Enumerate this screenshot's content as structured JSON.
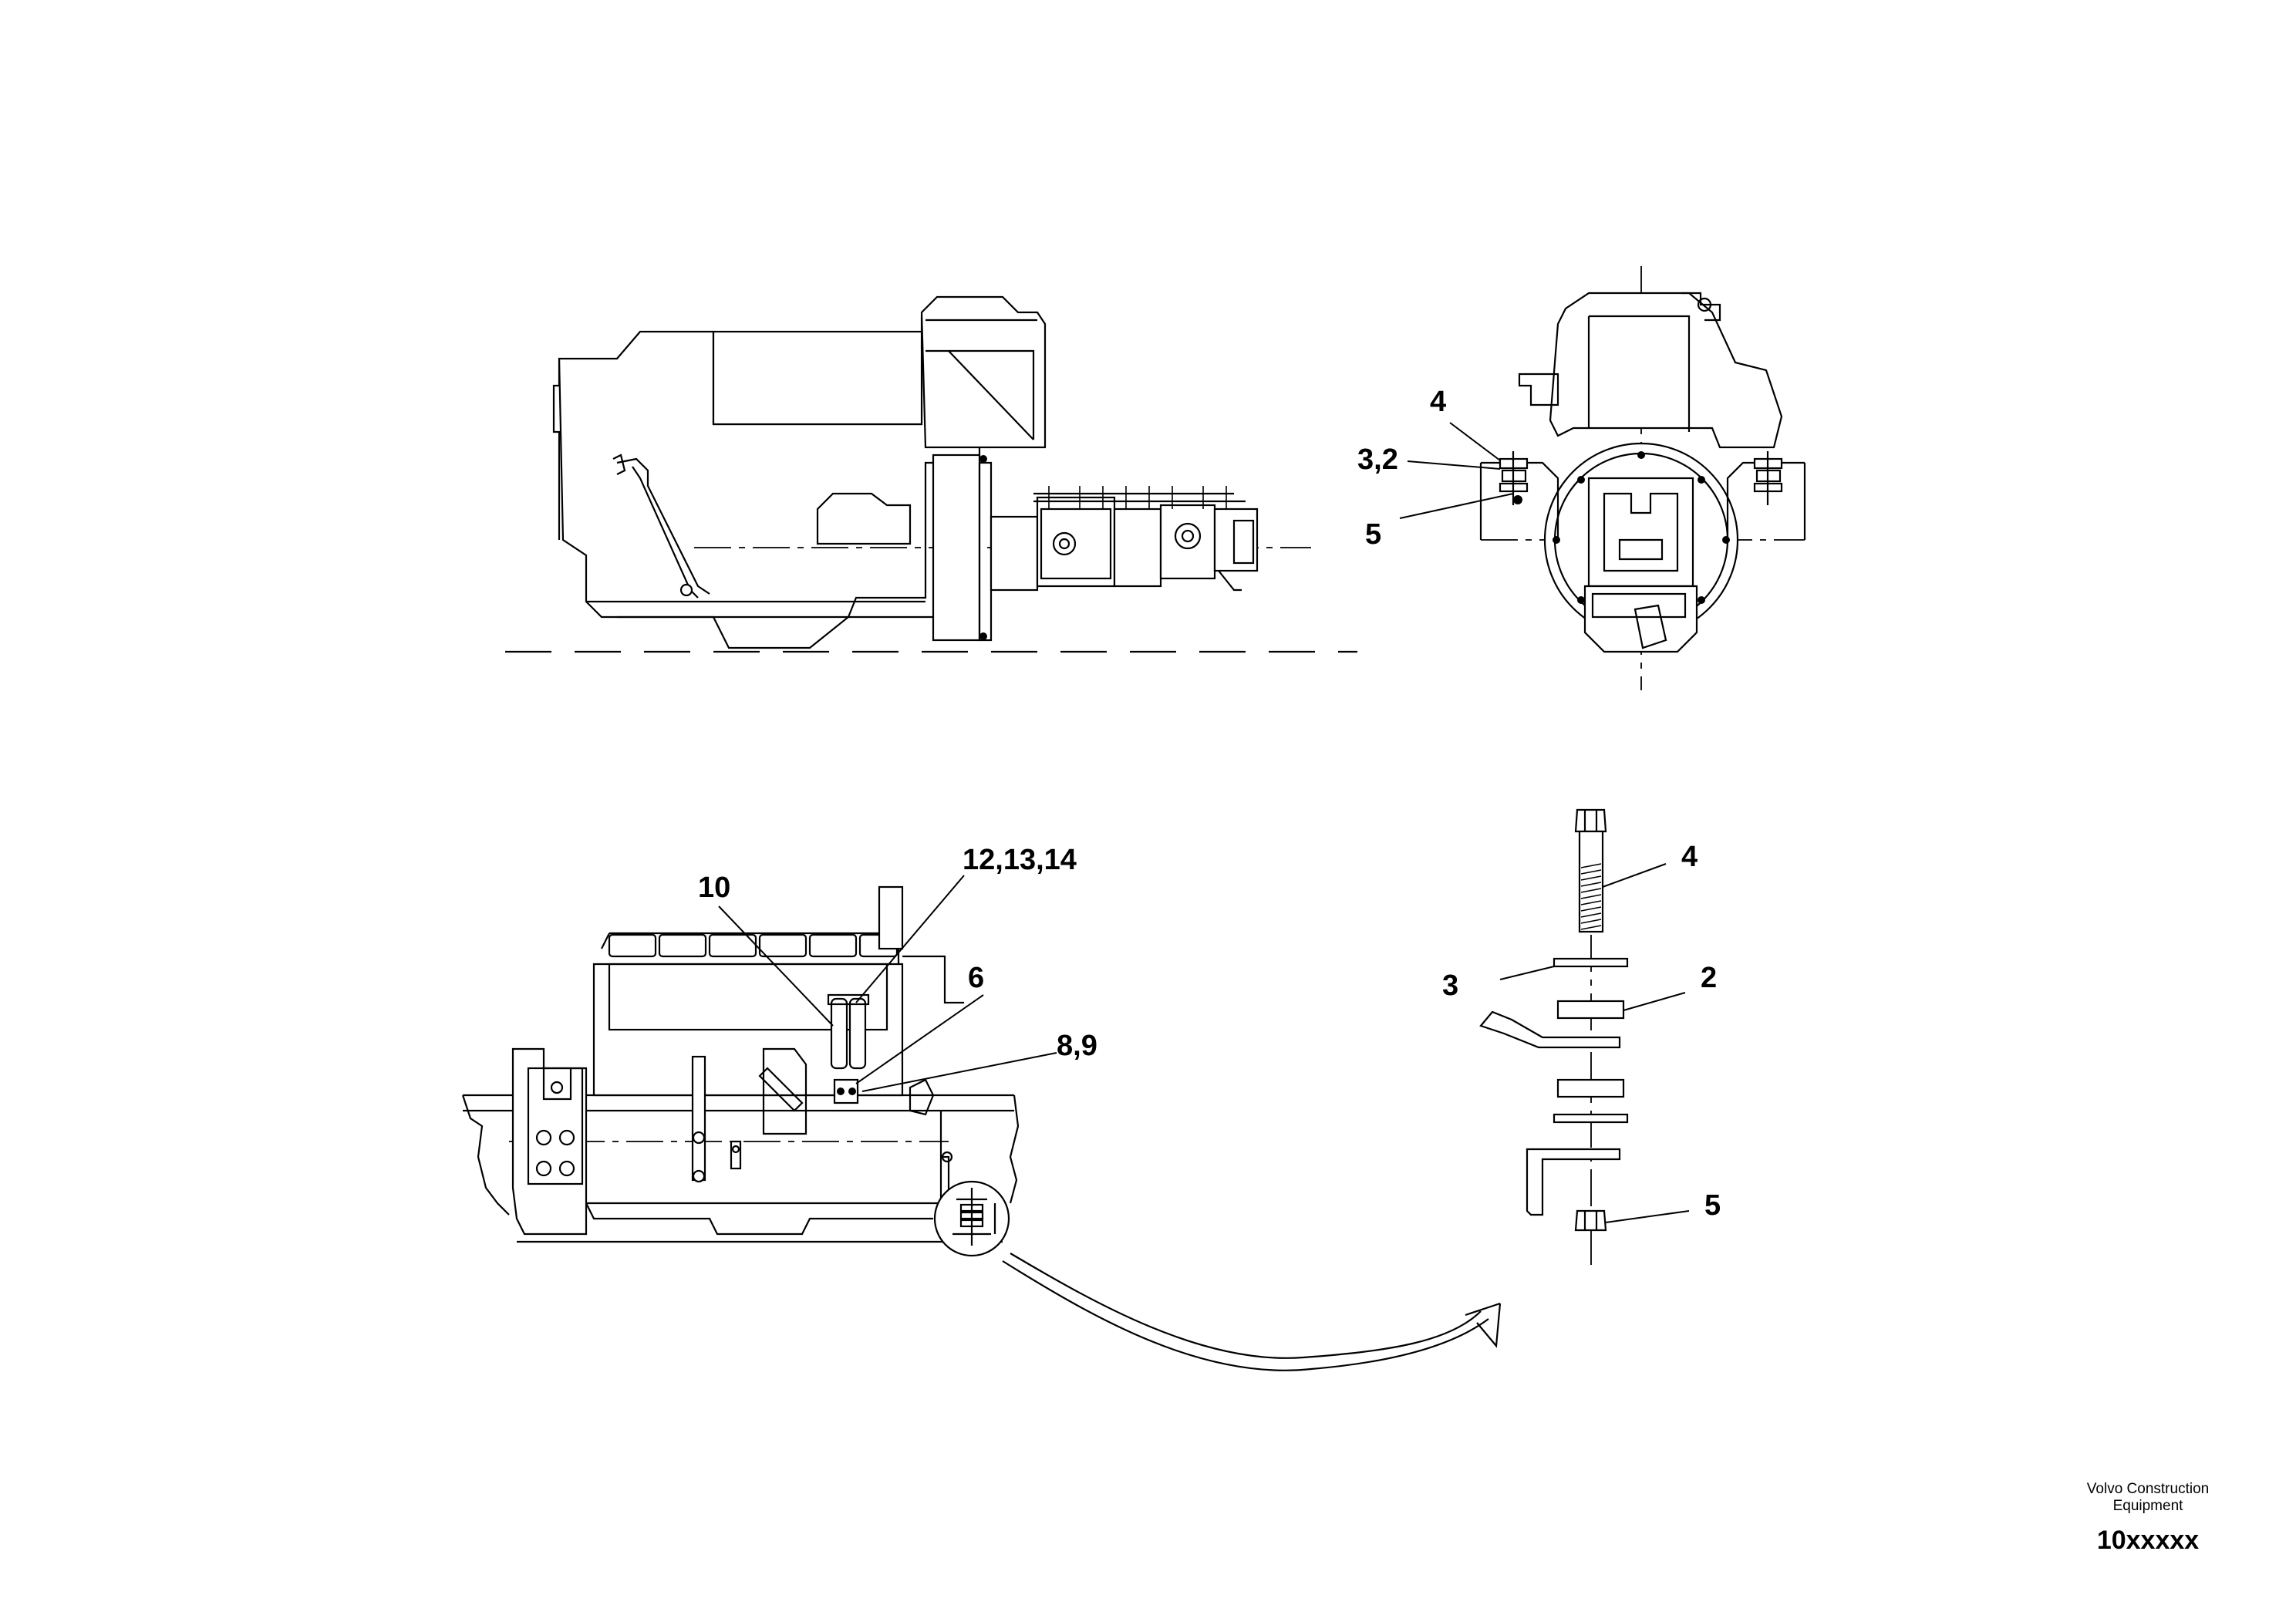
{
  "callouts": {
    "top_right_view": [
      "4",
      "3,2",
      "5"
    ],
    "bottom_left_view": [
      "10",
      "12,13,14",
      "6",
      "8,9"
    ],
    "exploded_view": [
      "4",
      "3",
      "2",
      "5"
    ]
  },
  "caption": {
    "company": "Volvo Construction Equipment",
    "drawing_code": "10xxxxx"
  }
}
